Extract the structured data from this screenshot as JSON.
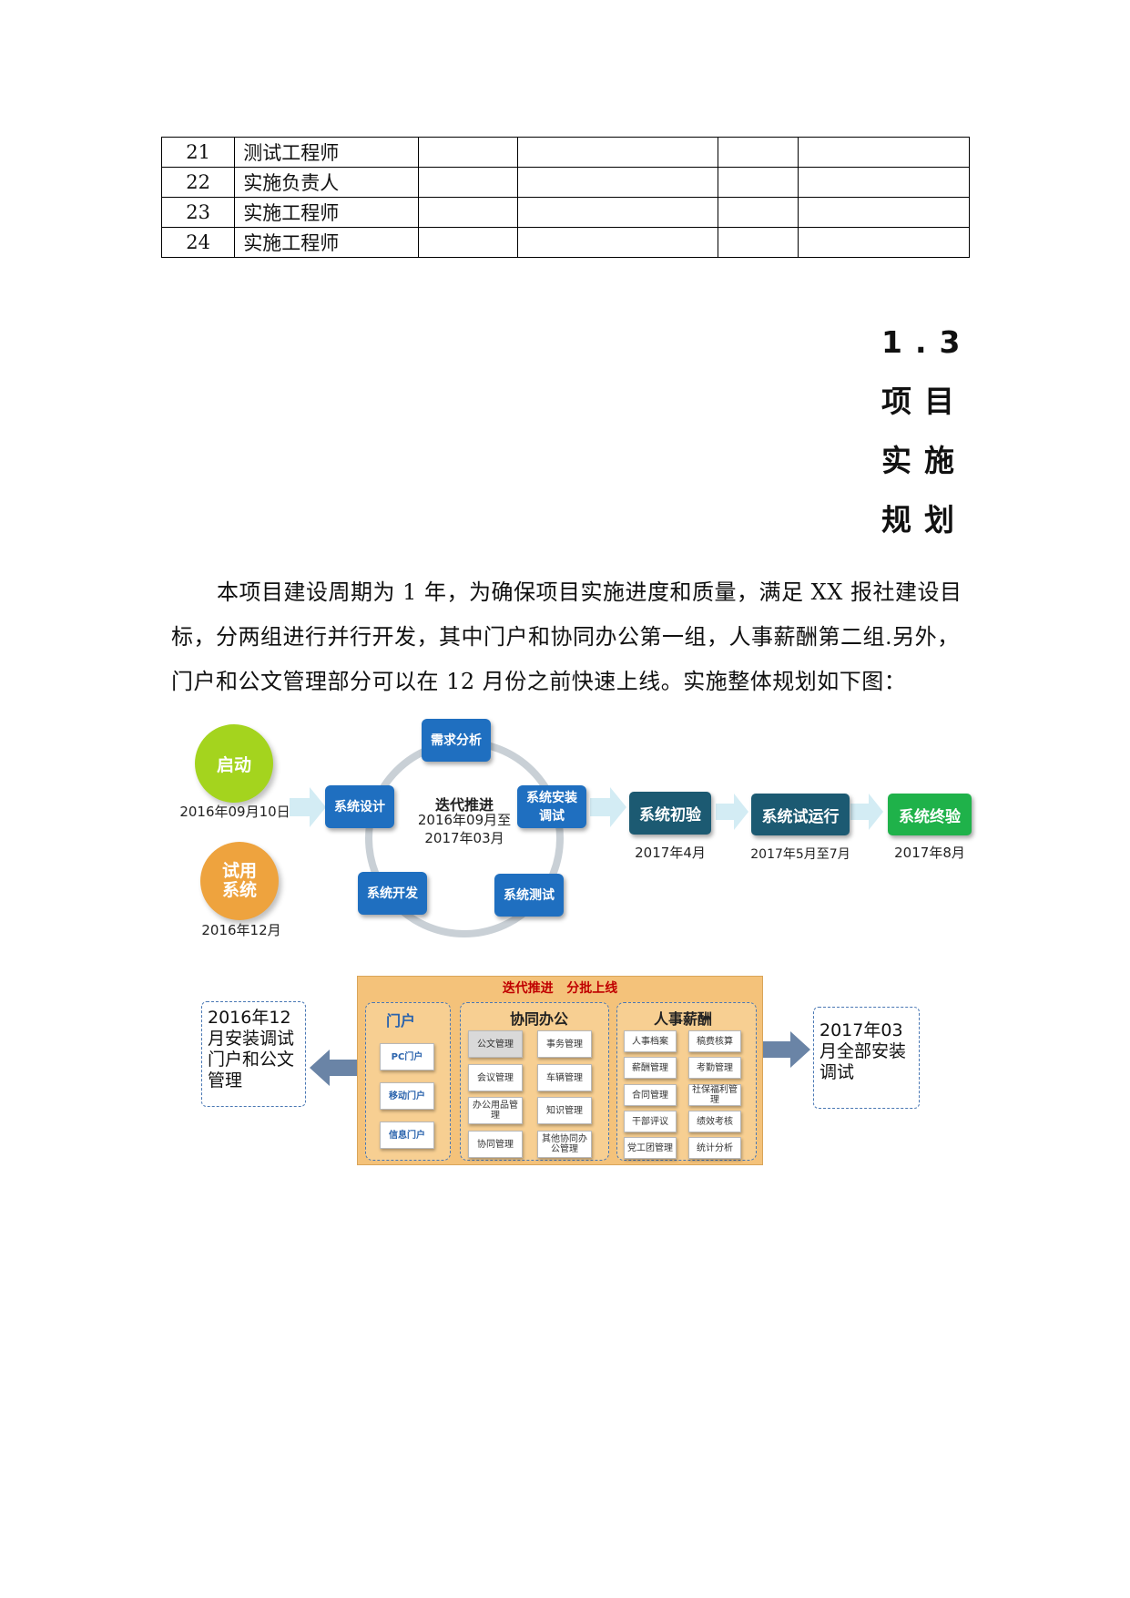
{
  "staff_table": [
    {
      "no": "21",
      "role": "测试工程师"
    },
    {
      "no": "22",
      "role": "实施负责人"
    },
    {
      "no": "23",
      "role": "实施工程师"
    },
    {
      "no": "24",
      "role": "实施工程师"
    }
  ],
  "section_heading": "1.3 项目实施规划",
  "paragraph": "本项目建设周期为 1 年，为确保项目实施进度和质量，满足 XX 报社建设目标，分两组进行并行开发，其中门户和协同办公第一组，人事薪酬第二组.另外，门户和公文管理部分可以在 12 月份之前快速上线。实施整体规划如下图：",
  "diagram": {
    "start_label": "启动",
    "start_date": "2016年09月10日",
    "trial_label": "试用系统",
    "trial_date": "2016年12月",
    "cycle": {
      "center_title": "迭代推进",
      "center_range": "2016年09月至2017年03月",
      "steps": {
        "req": "需求分析",
        "design": "系统设计",
        "install": "系统安装调试",
        "dev": "系统开发",
        "test": "系统测试"
      }
    },
    "stages": [
      {
        "label": "系统初验",
        "date": "2017年4月",
        "color": "#1c5a72"
      },
      {
        "label": "系统试运行",
        "date": "2017年5月至7月",
        "color": "#1c5a72"
      },
      {
        "label": "系统终验",
        "date": "2017年8月",
        "color": "#1fb24a"
      }
    ],
    "colors": {
      "start": "#a4d41e",
      "trial": "#eea33e",
      "step_blue": "#1f6fc0",
      "panel": "#f4c27a"
    }
  },
  "modules": {
    "banner": "迭代推进   分批上线",
    "portal": {
      "title": "门户",
      "items": [
        "PC门户",
        "移动门户",
        "信息门户"
      ]
    },
    "oa": {
      "title": "协同办公",
      "items": [
        "公文管理",
        "事务管理",
        "会议管理",
        "车辆管理",
        "办公用品管理",
        "知识管理",
        "协同管理",
        "其他协同办公管理"
      ]
    },
    "hr": {
      "title": "人事薪酬",
      "items": [
        "人事档案",
        "稿费核算",
        "薪酬管理",
        "考勤管理",
        "合同管理",
        "社保福利管理",
        "干部评议",
        "绩效考核",
        "党工团管理",
        "统计分析"
      ]
    },
    "left_note": "2016年12月安装调试门户和公文管理",
    "right_note": "2017年03月全部安装调试"
  }
}
